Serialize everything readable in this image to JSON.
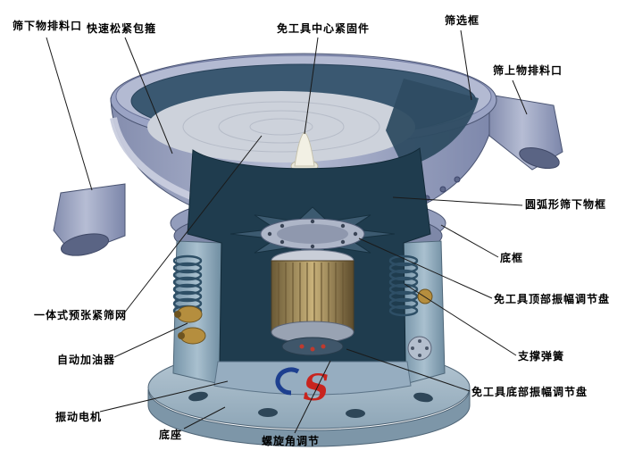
{
  "labels": [
    {
      "text": "筛下物排料口"
    },
    {
      "text": "快速松紧包箍"
    },
    {
      "text": "免工具中心紧固件"
    },
    {
      "text": "筛选框"
    },
    {
      "text": "筛上物排料口"
    },
    {
      "text": "圆弧形筛下物框"
    },
    {
      "text": "底框"
    },
    {
      "text": "免工具顶部振幅调节盘"
    },
    {
      "text": "一体式预张紧筛网"
    },
    {
      "text": "支撑弹簧"
    },
    {
      "text": "自动加油器"
    },
    {
      "text": "免工具底部振幅调节盘"
    },
    {
      "text": "振动电机"
    },
    {
      "text": "底座"
    },
    {
      "text": "螺旋角调节"
    }
  ],
  "logo": {
    "letter": "S",
    "red": "#c8241e",
    "blue": "#1d3f8f"
  },
  "colors": {
    "steel_light": "#b6bdd4",
    "steel": "#9aa3c4",
    "steel_dark": "#4a5472",
    "interior_teal": "#3a5871",
    "chamber_dark": "#1f3c4e",
    "housing": "#8ca6ba",
    "mesh": "#cdd2db",
    "copper": "#c2ab74",
    "brass": "#b58e3e",
    "base": "#aabfcc"
  }
}
